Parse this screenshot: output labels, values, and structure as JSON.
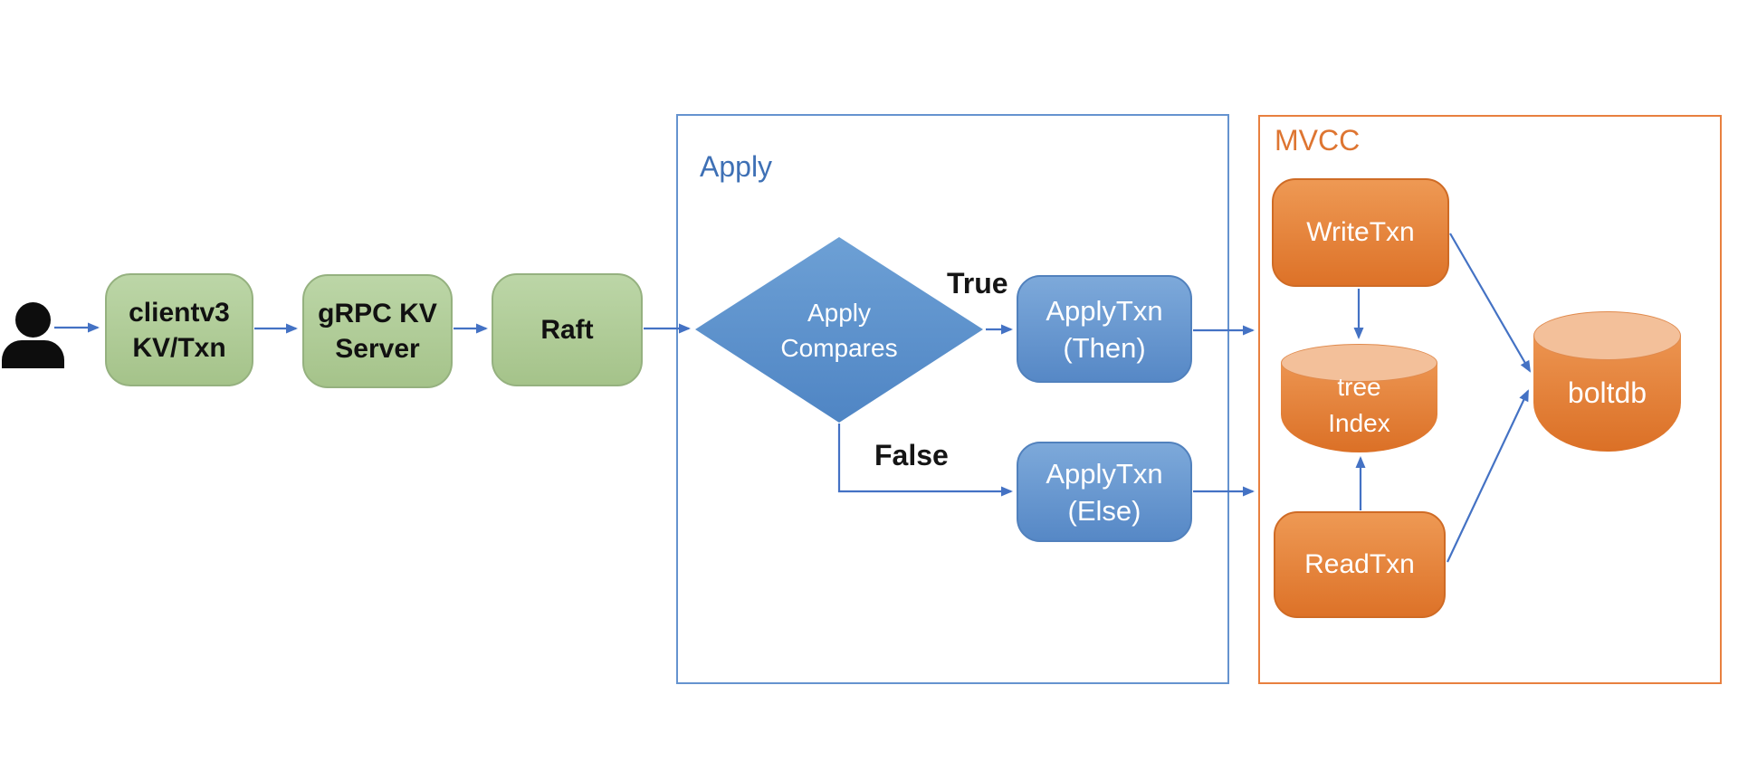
{
  "diagram": {
    "type": "flowchart",
    "regions": {
      "apply": {
        "label": "Apply"
      },
      "mvcc": {
        "label": "MVCC"
      }
    },
    "nodes": {
      "user": {
        "icon": "person-icon"
      },
      "clientv3": {
        "line1": "clientv3",
        "line2": "KV/Txn"
      },
      "grpc_kv_server": {
        "line1": "gRPC KV",
        "line2": "Server"
      },
      "raft": {
        "label": "Raft"
      },
      "apply_compares": {
        "line1": "Apply",
        "line2": "Compares",
        "shape": "decision-diamond"
      },
      "applytxn_then": {
        "line1": "ApplyTxn",
        "line2": "(Then)"
      },
      "applytxn_else": {
        "line1": "ApplyTxn",
        "line2": "(Else)"
      },
      "writetxn": {
        "label": "WriteTxn"
      },
      "tree_index": {
        "line1": "tree",
        "line2": "Index",
        "shape": "cylinder"
      },
      "readtxn": {
        "label": "ReadTxn"
      },
      "boltdb": {
        "label": "boltdb",
        "shape": "cylinder"
      }
    },
    "branch_labels": {
      "true": "True",
      "false": "False"
    },
    "edges": [
      {
        "from": "user",
        "to": "clientv3"
      },
      {
        "from": "clientv3",
        "to": "grpc_kv_server"
      },
      {
        "from": "grpc_kv_server",
        "to": "raft"
      },
      {
        "from": "raft",
        "to": "apply_compares"
      },
      {
        "from": "apply_compares",
        "to": "applytxn_then",
        "label": "True"
      },
      {
        "from": "apply_compares",
        "to": "applytxn_else",
        "label": "False"
      },
      {
        "from": "applytxn_then",
        "to": "mvcc"
      },
      {
        "from": "applytxn_else",
        "to": "mvcc"
      },
      {
        "from": "writetxn",
        "to": "tree_index"
      },
      {
        "from": "writetxn",
        "to": "boltdb"
      },
      {
        "from": "readtxn",
        "to": "tree_index"
      },
      {
        "from": "readtxn",
        "to": "boltdb"
      }
    ],
    "colors": {
      "green_fill": "#aec999",
      "blue_fill": "#6699cf",
      "orange_fill": "#e5813a",
      "arrow": "#4472c4",
      "apply_border": "#6593cf",
      "mvcc_border": "#e8803f",
      "apply_label": "#3e70b5",
      "mvcc_label": "#de7531"
    }
  }
}
